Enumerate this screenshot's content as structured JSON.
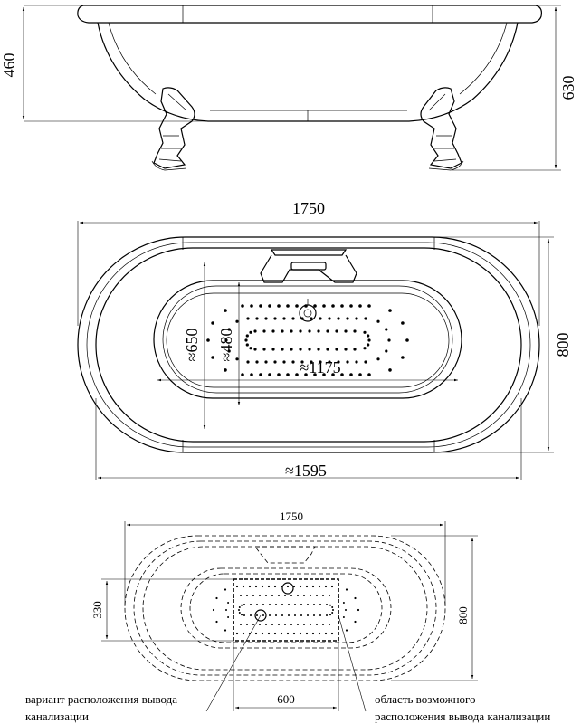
{
  "side_view": {
    "height_inner": "460",
    "height_total": "630"
  },
  "top_view": {
    "length": "1750",
    "width": "800",
    "inner_width": "≈650",
    "hydro_width": "≈480",
    "hydro_length": "≈1175",
    "inner_length": "≈1595"
  },
  "drain_view": {
    "length": "1750",
    "width": "800",
    "drain_offset": "330",
    "zone_width": "600",
    "label_left_line1": "вариант расположения вывода",
    "label_left_line2": "канализации",
    "label_right_line1": "область возможного",
    "label_right_line2": "расположения вывода канализации"
  }
}
